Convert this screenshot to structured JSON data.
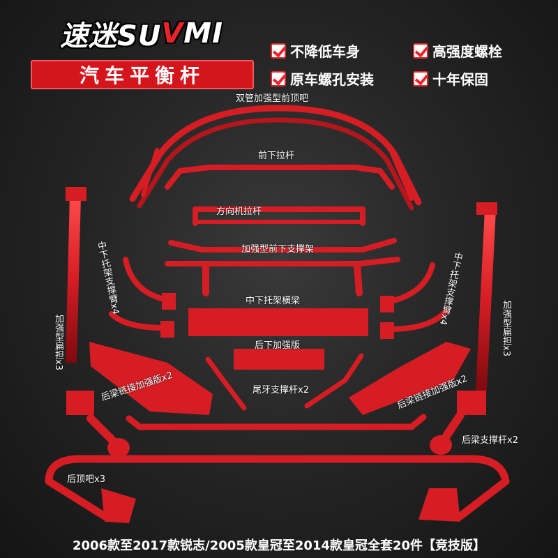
{
  "brand": {
    "logo_text_a": "速迷SU",
    "logo_text_b": "V",
    "logo_text_c": "MI",
    "subtitle": "汽车平衡杆"
  },
  "features": [
    "不降低车身",
    "高强度螺栓",
    "原车螺孔安装",
    "十年保固"
  ],
  "parts": {
    "front_top": "双管加强型前顶吧",
    "front_lower": "前下拉杆",
    "steering": "方向机拉杆",
    "front_support": "加强型前下支撑架",
    "mid_arm_left": "中下托架支撑臂x4",
    "mid_arm_right": "中下托架支撑臂x4",
    "mid_beam": "中下托架横梁",
    "rear_lower_plate": "后下加强版",
    "flat_left": "加强型扁担x3",
    "flat_right": "加强型扁担x3",
    "rear_link_left": "后梁链接加强版x2",
    "rear_link_right": "后梁链接加强版x2",
    "tail_rod": "尾牙支撑杆x2",
    "rear_beam_rod": "后梁支撑杆x2",
    "rear_top": "后顶吧x3"
  },
  "footer": "2006款至2017款锐志/2005款皇冠至2014款皇冠全套20件【竞技版】",
  "colors": {
    "accent": "#d4151c",
    "bar": "#d61d24",
    "bar_dark": "#8e0d11",
    "bar_light": "#ff5a5a"
  }
}
